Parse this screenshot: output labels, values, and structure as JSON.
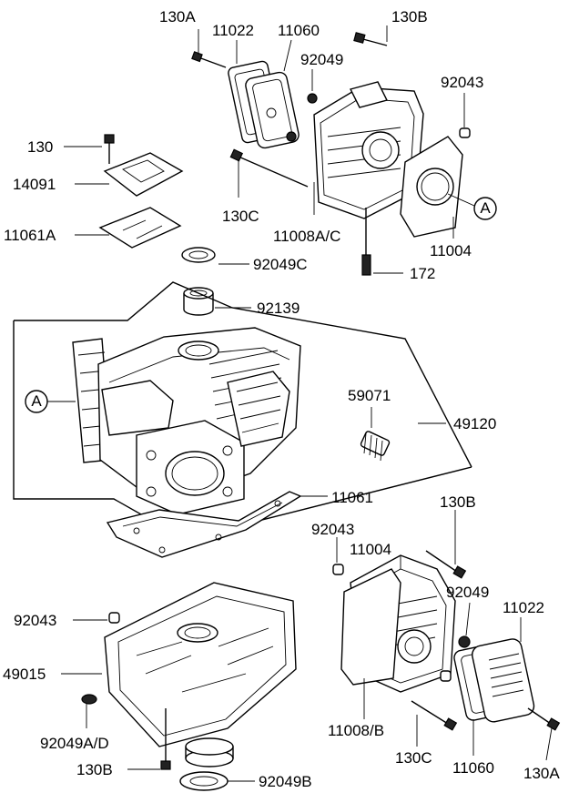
{
  "labels": {
    "l130A_top": "130A",
    "l11022_top": "11022",
    "l11060_top": "11060",
    "l130B_top": "130B",
    "l92049_top": "92049",
    "l92043_top": "92043",
    "l130": "130",
    "l14091": "14091",
    "l11061A": "11061A",
    "l130C_top": "130C",
    "l11008AC": "11008A/C",
    "l11004_top": "11004",
    "l172": "172",
    "l92049C": "92049C",
    "l92139": "92139",
    "l59071": "59071",
    "l49120": "49120",
    "l11061": "11061",
    "l130B_mid": "130B",
    "l92043_mid": "92043",
    "l11004_mid": "11004",
    "l92049_mid": "92049",
    "l11022_mid": "11022",
    "l92043_left": "92043",
    "l49015": "49015",
    "l92049AD": "92049A/D",
    "l130B_bot": "130B",
    "l92049B": "92049B",
    "l11008B": "11008/B",
    "l130C_bot": "130C",
    "l11060_bot": "11060",
    "l130A_bot": "130A"
  },
  "callouts": {
    "ref_a_right": "A",
    "ref_a_left": "A"
  },
  "colors": {
    "line": "#000000",
    "background": "#ffffff"
  }
}
